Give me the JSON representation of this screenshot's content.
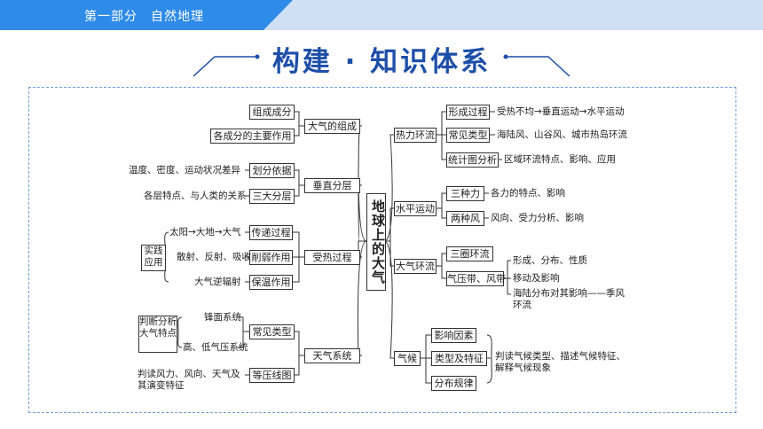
{
  "header": {
    "section": "第一部分　自然地理"
  },
  "page_title": "构建 · 知识体系",
  "center_topic": "地球上的大气",
  "left": {
    "composition": {
      "label": "大气的组成",
      "children": [
        "组成成分",
        "各成分的主要作用"
      ]
    },
    "layers": {
      "label": "垂直分层",
      "children": [
        {
          "label": "划分依据",
          "note": "温度、密度、运动状况差异"
        },
        {
          "label": "三大分层",
          "note": "各层特点、与人类的关系"
        }
      ]
    },
    "heating": {
      "label": "受热过程",
      "side_label": "实践应用",
      "children": [
        {
          "label": "传递过程",
          "note": "太阳→大地→大气"
        },
        {
          "label": "削弱作用",
          "note": "散射、反射、吸收"
        },
        {
          "label": "保温作用",
          "note": "大气逆辐射"
        }
      ]
    },
    "weather": {
      "label": "天气系统",
      "side_label": "判断分析大气特点",
      "children": [
        {
          "label": "常见类型",
          "notes": [
            "锋面系统",
            "高、低气压系统"
          ]
        },
        {
          "label": "等压线图",
          "note": "判读风力、风向、天气及其演变特征"
        }
      ]
    }
  },
  "right": {
    "thermal": {
      "label": "热力环流",
      "children": [
        {
          "label": "形成过程",
          "note": "受热不均→垂直运动→水平运动"
        },
        {
          "label": "常见类型",
          "note": "海陆风、山谷风、城市热岛环流"
        },
        {
          "label": "统计图分析",
          "note": "区域环流特点、影响、应用"
        }
      ]
    },
    "horizontal": {
      "label": "水平运动",
      "children": [
        {
          "label": "三种力",
          "note": "各力的特点、影响"
        },
        {
          "label": "两种风",
          "note": "风向、受力分析、影响"
        }
      ]
    },
    "circulation": {
      "label": "大气环流",
      "children": [
        {
          "label": "三圈环流"
        },
        {
          "label": "气压带、风带"
        }
      ],
      "notes": [
        "形成、分布、性质",
        "移动及影响",
        "海陆分布对其影响——季风环流"
      ]
    },
    "climate": {
      "label": "气候",
      "children": [
        {
          "label": "影响因素"
        },
        {
          "label": "类型及特征"
        },
        {
          "label": "分布规律"
        }
      ],
      "note": "判读气候类型、描述气候特征、解释气候现象"
    }
  }
}
